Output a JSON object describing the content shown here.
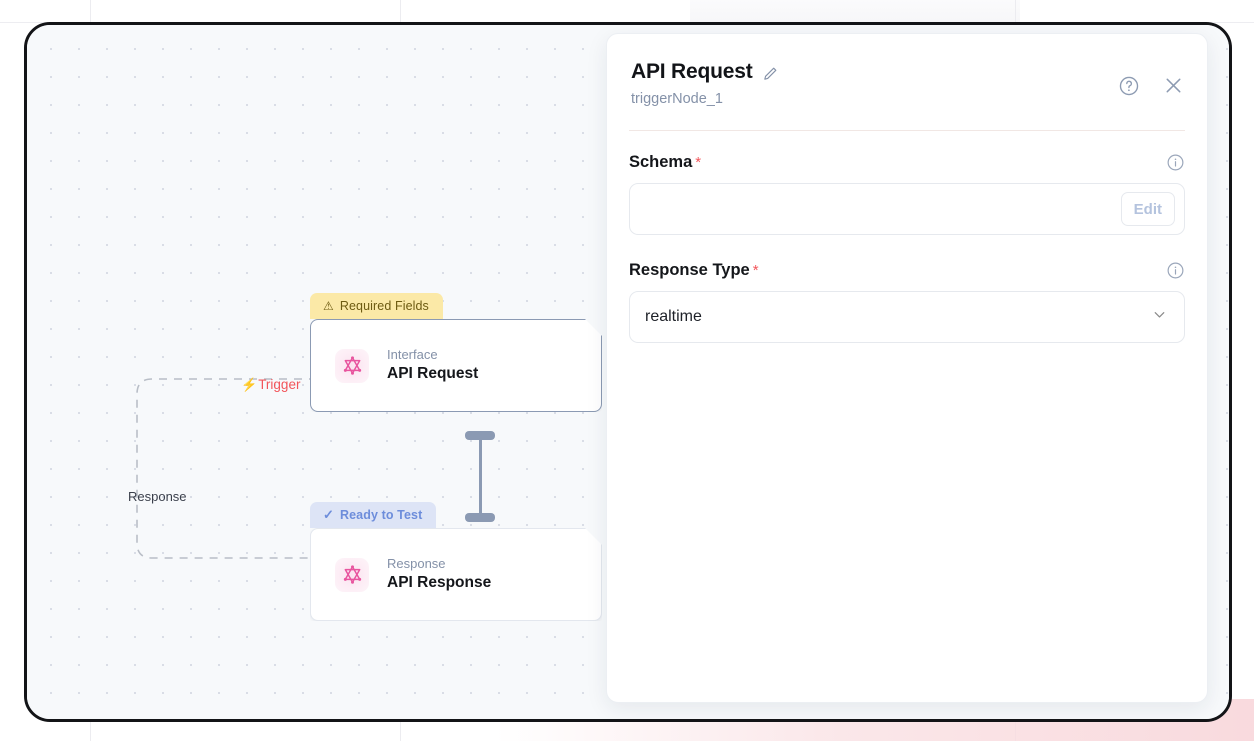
{
  "canvas": {
    "edges": [
      {
        "id": "trigger",
        "label": "Trigger",
        "icon": "bolt-icon",
        "color": "#f2555a"
      },
      {
        "id": "response",
        "label": "Response",
        "color": "#3a3f4b"
      }
    ],
    "nodes": [
      {
        "id": "api-request",
        "badge": {
          "label": "Required Fields",
          "icon": "warning-icon",
          "bg": "#fbe9a7",
          "fg": "#6d5b12"
        },
        "kind": "Interface",
        "title": "API Request",
        "icon": "graphql-icon"
      },
      {
        "id": "api-response",
        "badge": {
          "label": "Ready to Test",
          "icon": "check-icon",
          "bg": "#dde4f6",
          "fg": "#6d8ddb"
        },
        "kind": "Response",
        "title": "API Response",
        "icon": "graphql-icon"
      }
    ]
  },
  "panel": {
    "title": "API Request",
    "subtitle": "triggerNode_1",
    "edit_title_icon": "pencil-icon",
    "help_icon": "help-circle-icon",
    "close_icon": "close-icon",
    "fields": [
      {
        "id": "schema",
        "label": "Schema",
        "required_marker": "*",
        "info_icon": "info-circle-icon",
        "type": "text-with-button",
        "value": "",
        "placeholder": "",
        "button_label": "Edit"
      },
      {
        "id": "response-type",
        "label": "Response Type",
        "required_marker": "*",
        "info_icon": "info-circle-icon",
        "type": "select",
        "value": "realtime",
        "chevron_icon": "chevron-down-icon"
      }
    ]
  },
  "colors": {
    "accent_red": "#f2555a",
    "node_border": "#8b9ab3",
    "canvas_bg": "#f7f9fb",
    "badge_warning": "#fbe9a7",
    "badge_ready": "#dde4f6",
    "icon_pink": "#e8559f"
  }
}
